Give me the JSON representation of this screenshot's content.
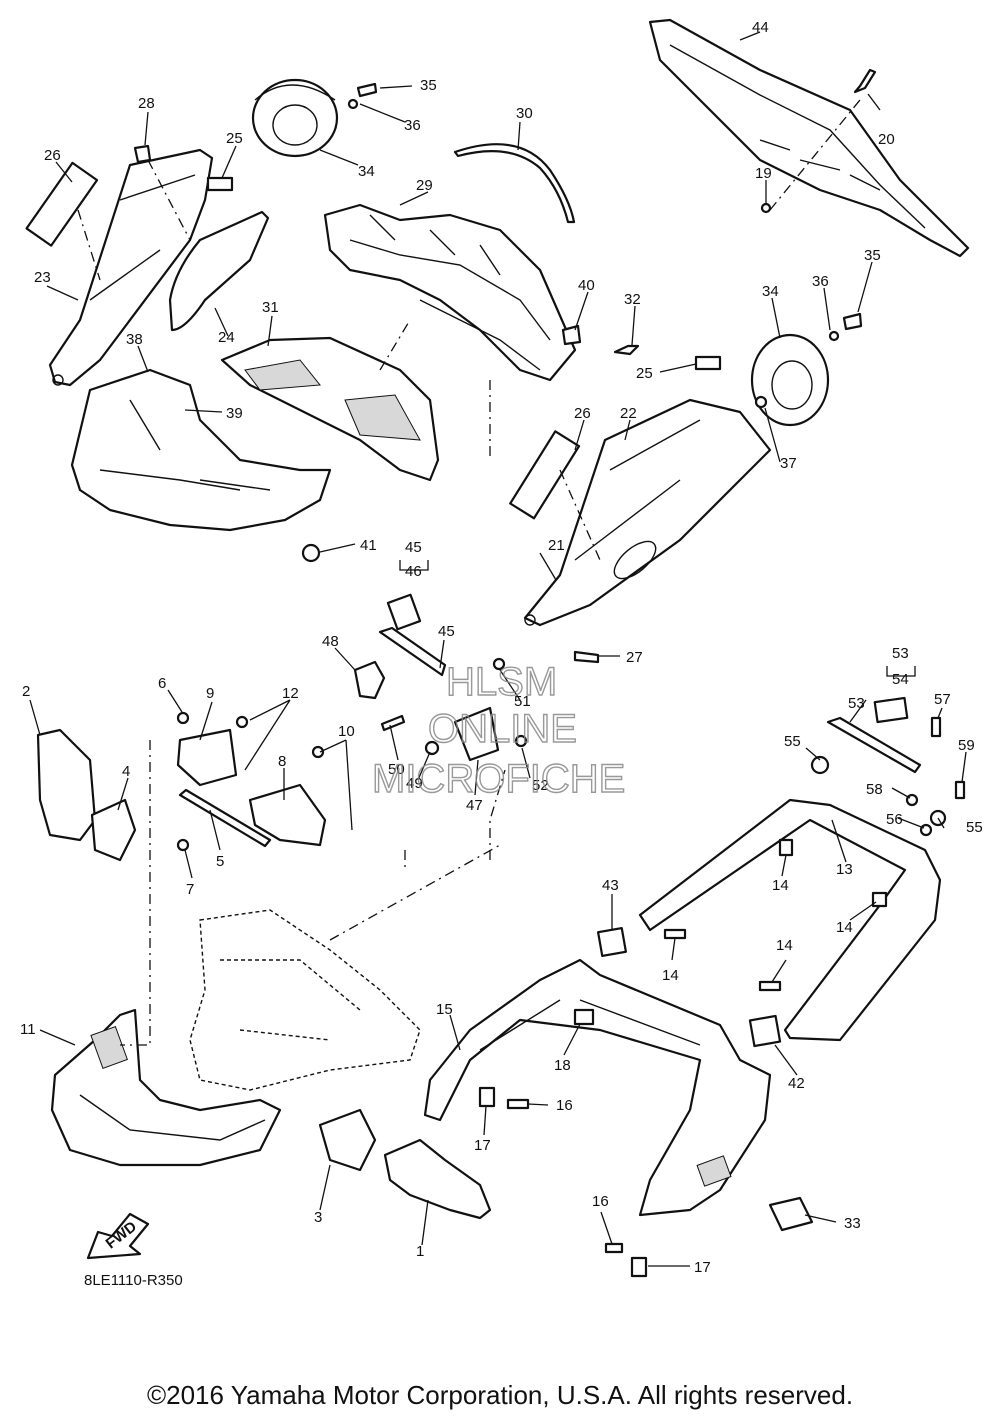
{
  "diagram": {
    "callouts": [
      "44",
      "35",
      "20",
      "36",
      "28",
      "30",
      "26",
      "25",
      "34",
      "29",
      "19",
      "23",
      "40",
      "32",
      "35",
      "36",
      "34",
      "24",
      "31",
      "25",
      "38",
      "39",
      "26",
      "22",
      "37",
      "41",
      "21",
      "45",
      "46",
      "27",
      "45",
      "48",
      "53",
      "54",
      "2",
      "6",
      "9",
      "12",
      "51",
      "57",
      "53",
      "59",
      "10",
      "4",
      "8",
      "50",
      "55",
      "49",
      "52",
      "58",
      "55",
      "47",
      "56",
      "5",
      "7",
      "13",
      "14",
      "43",
      "14",
      "14",
      "14",
      "11",
      "15",
      "18",
      "42",
      "16",
      "17",
      "3",
      "1",
      "33",
      "16",
      "17"
    ],
    "fwd_label": "FWD",
    "watermark": [
      "HLSM",
      "ONLINE",
      "MICROFICHE"
    ],
    "fig_code": "8LE1110-R350",
    "copyright": "©2016 Yamaha Motor Corporation, U.S.A. All rights reserved."
  }
}
